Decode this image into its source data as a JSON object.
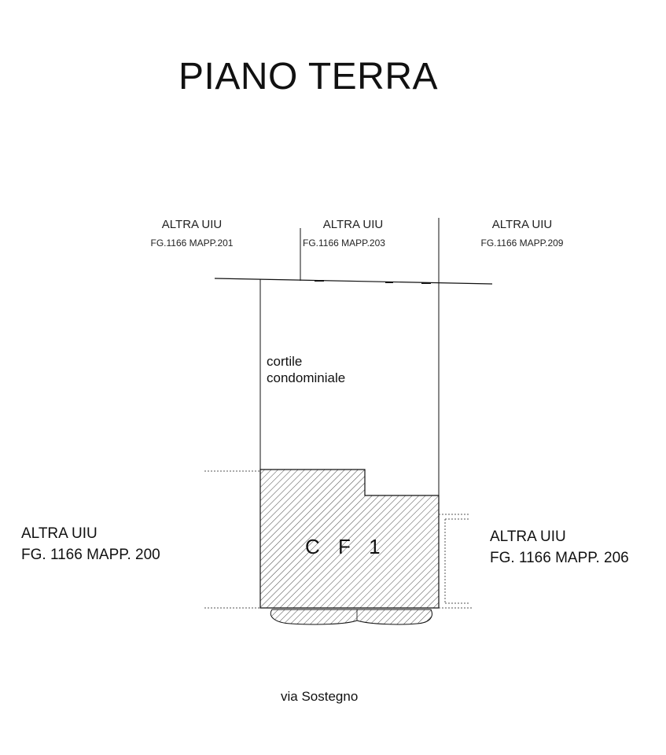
{
  "title": "PIANO TERRA",
  "neighbors_top": [
    {
      "label": "ALTRA UIU",
      "ref": "FG.1166 MAPP.201"
    },
    {
      "label": "ALTRA UIU",
      "ref": "FG.1166 MAPP.203"
    },
    {
      "label": "ALTRA UIU",
      "ref": "FG.1166 MAPP.209"
    }
  ],
  "neighbor_left": {
    "label": "ALTRA UIU",
    "ref": "FG. 1166 MAPP. 200"
  },
  "neighbor_right": {
    "label": "ALTRA UIU",
    "ref": "FG. 1166 MAPP. 206"
  },
  "courtyard": {
    "line1": "cortile",
    "line2": "condominiale"
  },
  "unit_label": "C F 1",
  "street": "via Sostegno",
  "colors": {
    "ink": "#111111",
    "hatch": "#333333",
    "background": "#ffffff"
  }
}
